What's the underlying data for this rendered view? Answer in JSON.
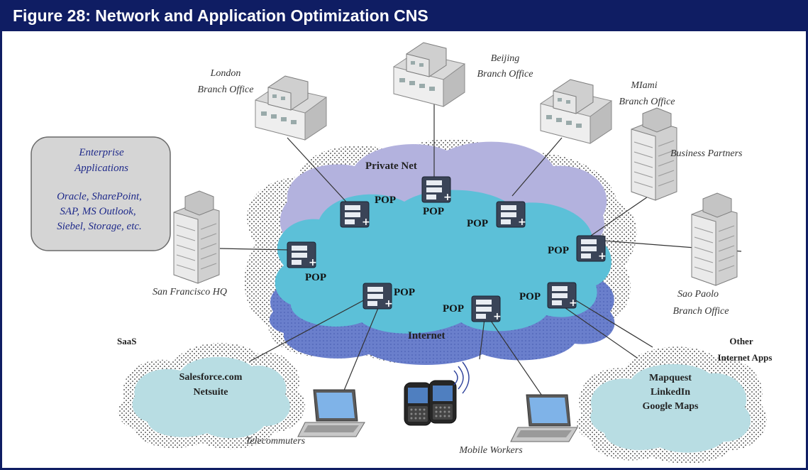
{
  "title": "Figure 28:  Network and Application Optimization CNS",
  "enterprise": {
    "heading1": "Enterprise",
    "heading2": "Applications",
    "line1": "Oracle, SharePoint,",
    "line2": "SAP, MS Outlook,",
    "line3": "Siebel, Storage, etc."
  },
  "sites": {
    "london1": "London",
    "london2": "Branch Office",
    "beijing1": "Beijing",
    "beijing2": "Branch Office",
    "miami1": "MIami",
    "miami2": "Branch Office",
    "partners": "Business Partners",
    "sf_hq": "San Francisco HQ",
    "saopaolo1": "Sao Paolo",
    "saopaolo2": "Branch Office"
  },
  "networks": {
    "private_net": "Private Net",
    "internet": "Internet",
    "pop_label": "POP"
  },
  "saas": {
    "label": "SaaS",
    "item1": "Salesforce.com",
    "item2": "Netsuite"
  },
  "other_apps": {
    "label1": "Other",
    "label2": "Internet Apps",
    "item1": "Mapquest",
    "item2": "LinkedIn",
    "item3": "Google Maps"
  },
  "users": {
    "telecommuters": "Telecommuters",
    "mobile_workers": "Mobile Workers"
  },
  "colors": {
    "title_bar": "#0f1d63",
    "private_cloud": "#b3b2de",
    "internet_cloud": "#6a7fcc",
    "core_cloud": "#5cc0d8",
    "app_cloud": "#b8dde3",
    "pop_box": "#3a4457"
  }
}
